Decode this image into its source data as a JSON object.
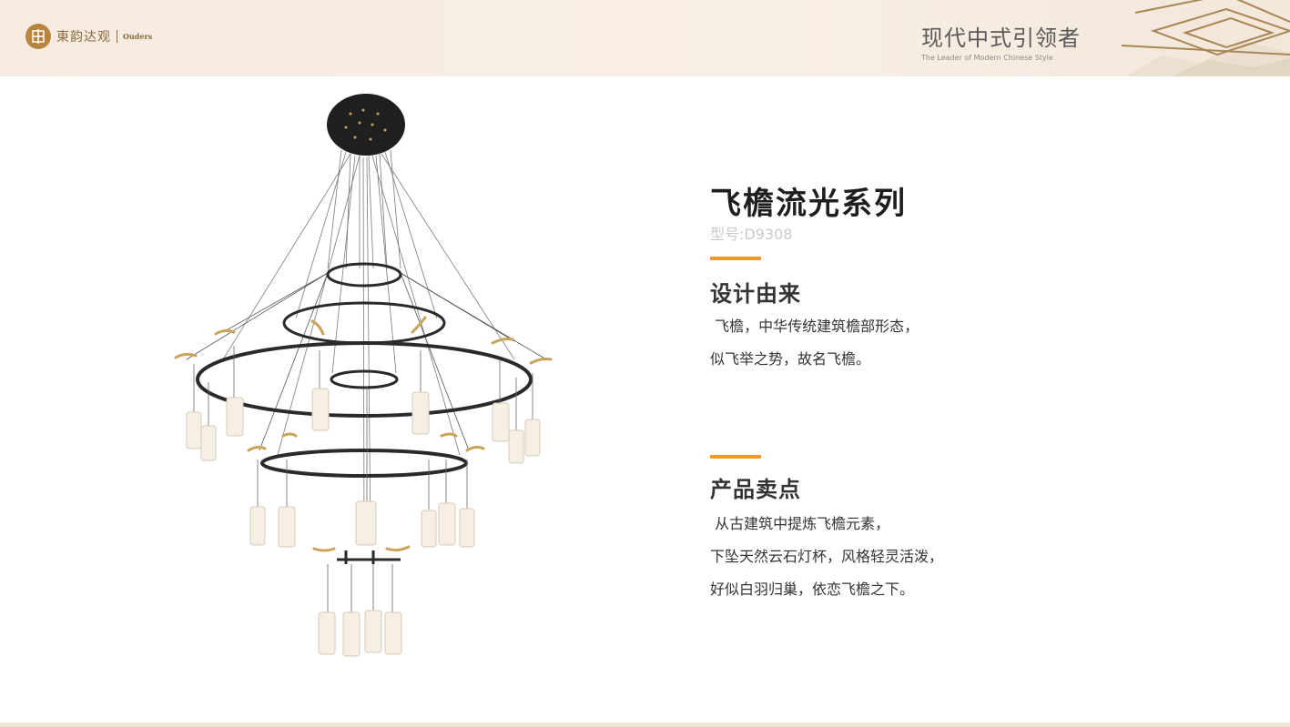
{
  "header": {
    "logo_text": "東韵达观",
    "logo_en": "Ouders",
    "slogan_cn": "现代中式引领者",
    "slogan_en": "The Leader of Modern Chinese Style"
  },
  "product": {
    "title": "飞檐流光系列",
    "model": "型号:D9308",
    "image_icon": "chandelier-illustration"
  },
  "sections": [
    {
      "title": "设计由来",
      "lines": [
        " 飞檐，中华传统建筑檐部形态，",
        "似飞举之势，故名飞檐。"
      ]
    },
    {
      "title": "产品卖点",
      "lines": [
        " 从古建筑中提炼飞檐元素，",
        "下坠天然云石灯杯，风格轻灵活泼，",
        "好似白羽归巢，依恋飞檐之下。"
      ]
    }
  ],
  "colors": {
    "accent": "#f29a1e",
    "header_bg": "#f6ebe0",
    "brand_gold": "#b8853f"
  }
}
